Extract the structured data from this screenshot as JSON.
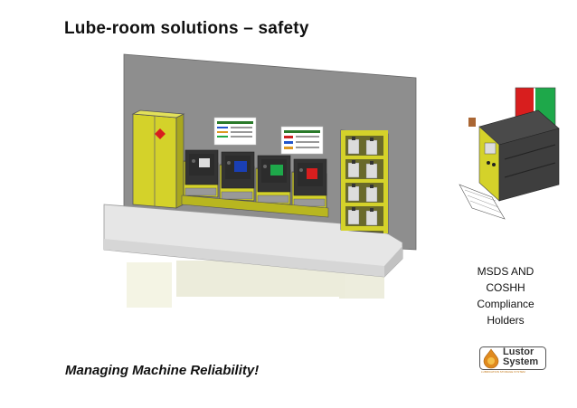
{
  "slide": {
    "title": "Lube-room solutions – safety",
    "caption": [
      "MSDS AND",
      "COSHH",
      "Compliance",
      "Holders"
    ],
    "tagline": "Managing Machine Reliability!"
  },
  "logo": {
    "line1": "Lustor",
    "line2": "System",
    "subtitle": "LUBRICATION STORAGE SYSTEM"
  },
  "colors": {
    "cabinet_yellow": "#d4d22a",
    "wall_gray": "#8e8e8e",
    "floor": "#e6e6e6",
    "screen_blue": "#1a3fb5",
    "screen_green": "#1ea84a",
    "screen_red": "#d81e1e",
    "logo_orange": "#e08a1e"
  }
}
